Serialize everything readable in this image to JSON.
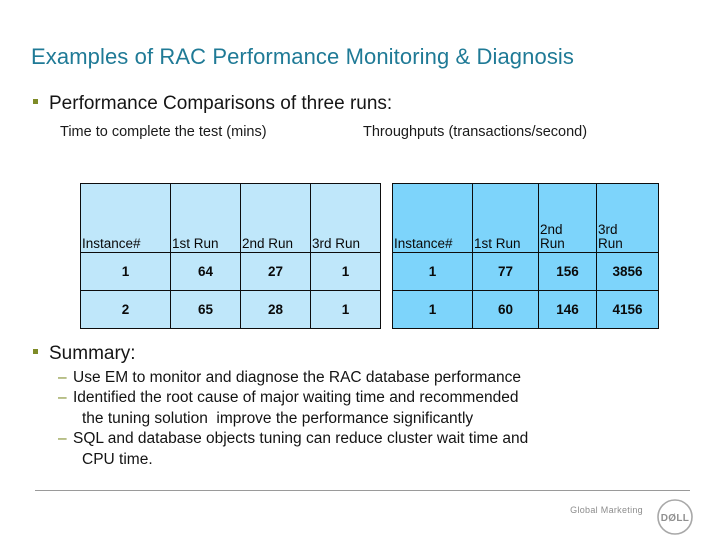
{
  "slide": {
    "title": "Examples of RAC Performance Monitoring & Diagnosis"
  },
  "intro": {
    "bullet_label": "Performance Comparisons of three runs:",
    "caption_left": "Time to complete the test (mins)",
    "caption_right": "Throughputs (transactions/second)"
  },
  "tables": {
    "time": {
      "name": "Time to complete the test (mins)",
      "headers": [
        "Instance#",
        "1st Run",
        "2nd Run",
        "3rd Run"
      ],
      "rows": [
        [
          "1",
          "64",
          "27",
          "1"
        ],
        [
          "2",
          "65",
          "28",
          "1"
        ]
      ],
      "fill_color": "#bfe7fa"
    },
    "throughput": {
      "name": "Throughputs (transactions/second)",
      "headers": [
        "Instance#",
        "1st Run",
        "2nd Run",
        "3rd Run"
      ],
      "headers_line1": [
        "Instance#",
        "1st Run",
        "2nd",
        "3rd"
      ],
      "headers_line2": [
        "",
        "",
        "Run",
        "Run"
      ],
      "rows": [
        [
          "1",
          "77",
          "156",
          "3856"
        ],
        [
          "1",
          "60",
          "146",
          "4156"
        ]
      ],
      "fill_color": "#7dd4fb"
    }
  },
  "summary": {
    "bullet_label": "Summary:",
    "items": [
      "Use EM to monitor and diagnose the RAC database performance",
      "Identified the root cause of major waiting time and recommended",
      "SQL and database objects tuning can reduce cluster wait time and"
    ],
    "item_continuations": [
      "",
      "the tuning solution  improve the performance significantly",
      "CPU time."
    ],
    "dash_marker": "–"
  },
  "footer": {
    "label": "Global Marketing",
    "logo_text": "DELL"
  },
  "colors": {
    "title": "#1f7a96",
    "bullet_marker": "#7e8b27",
    "table_light_blue": "#bfe7fa",
    "table_blue": "#7dd4fb",
    "footer_grey": "#8d8d8d"
  }
}
